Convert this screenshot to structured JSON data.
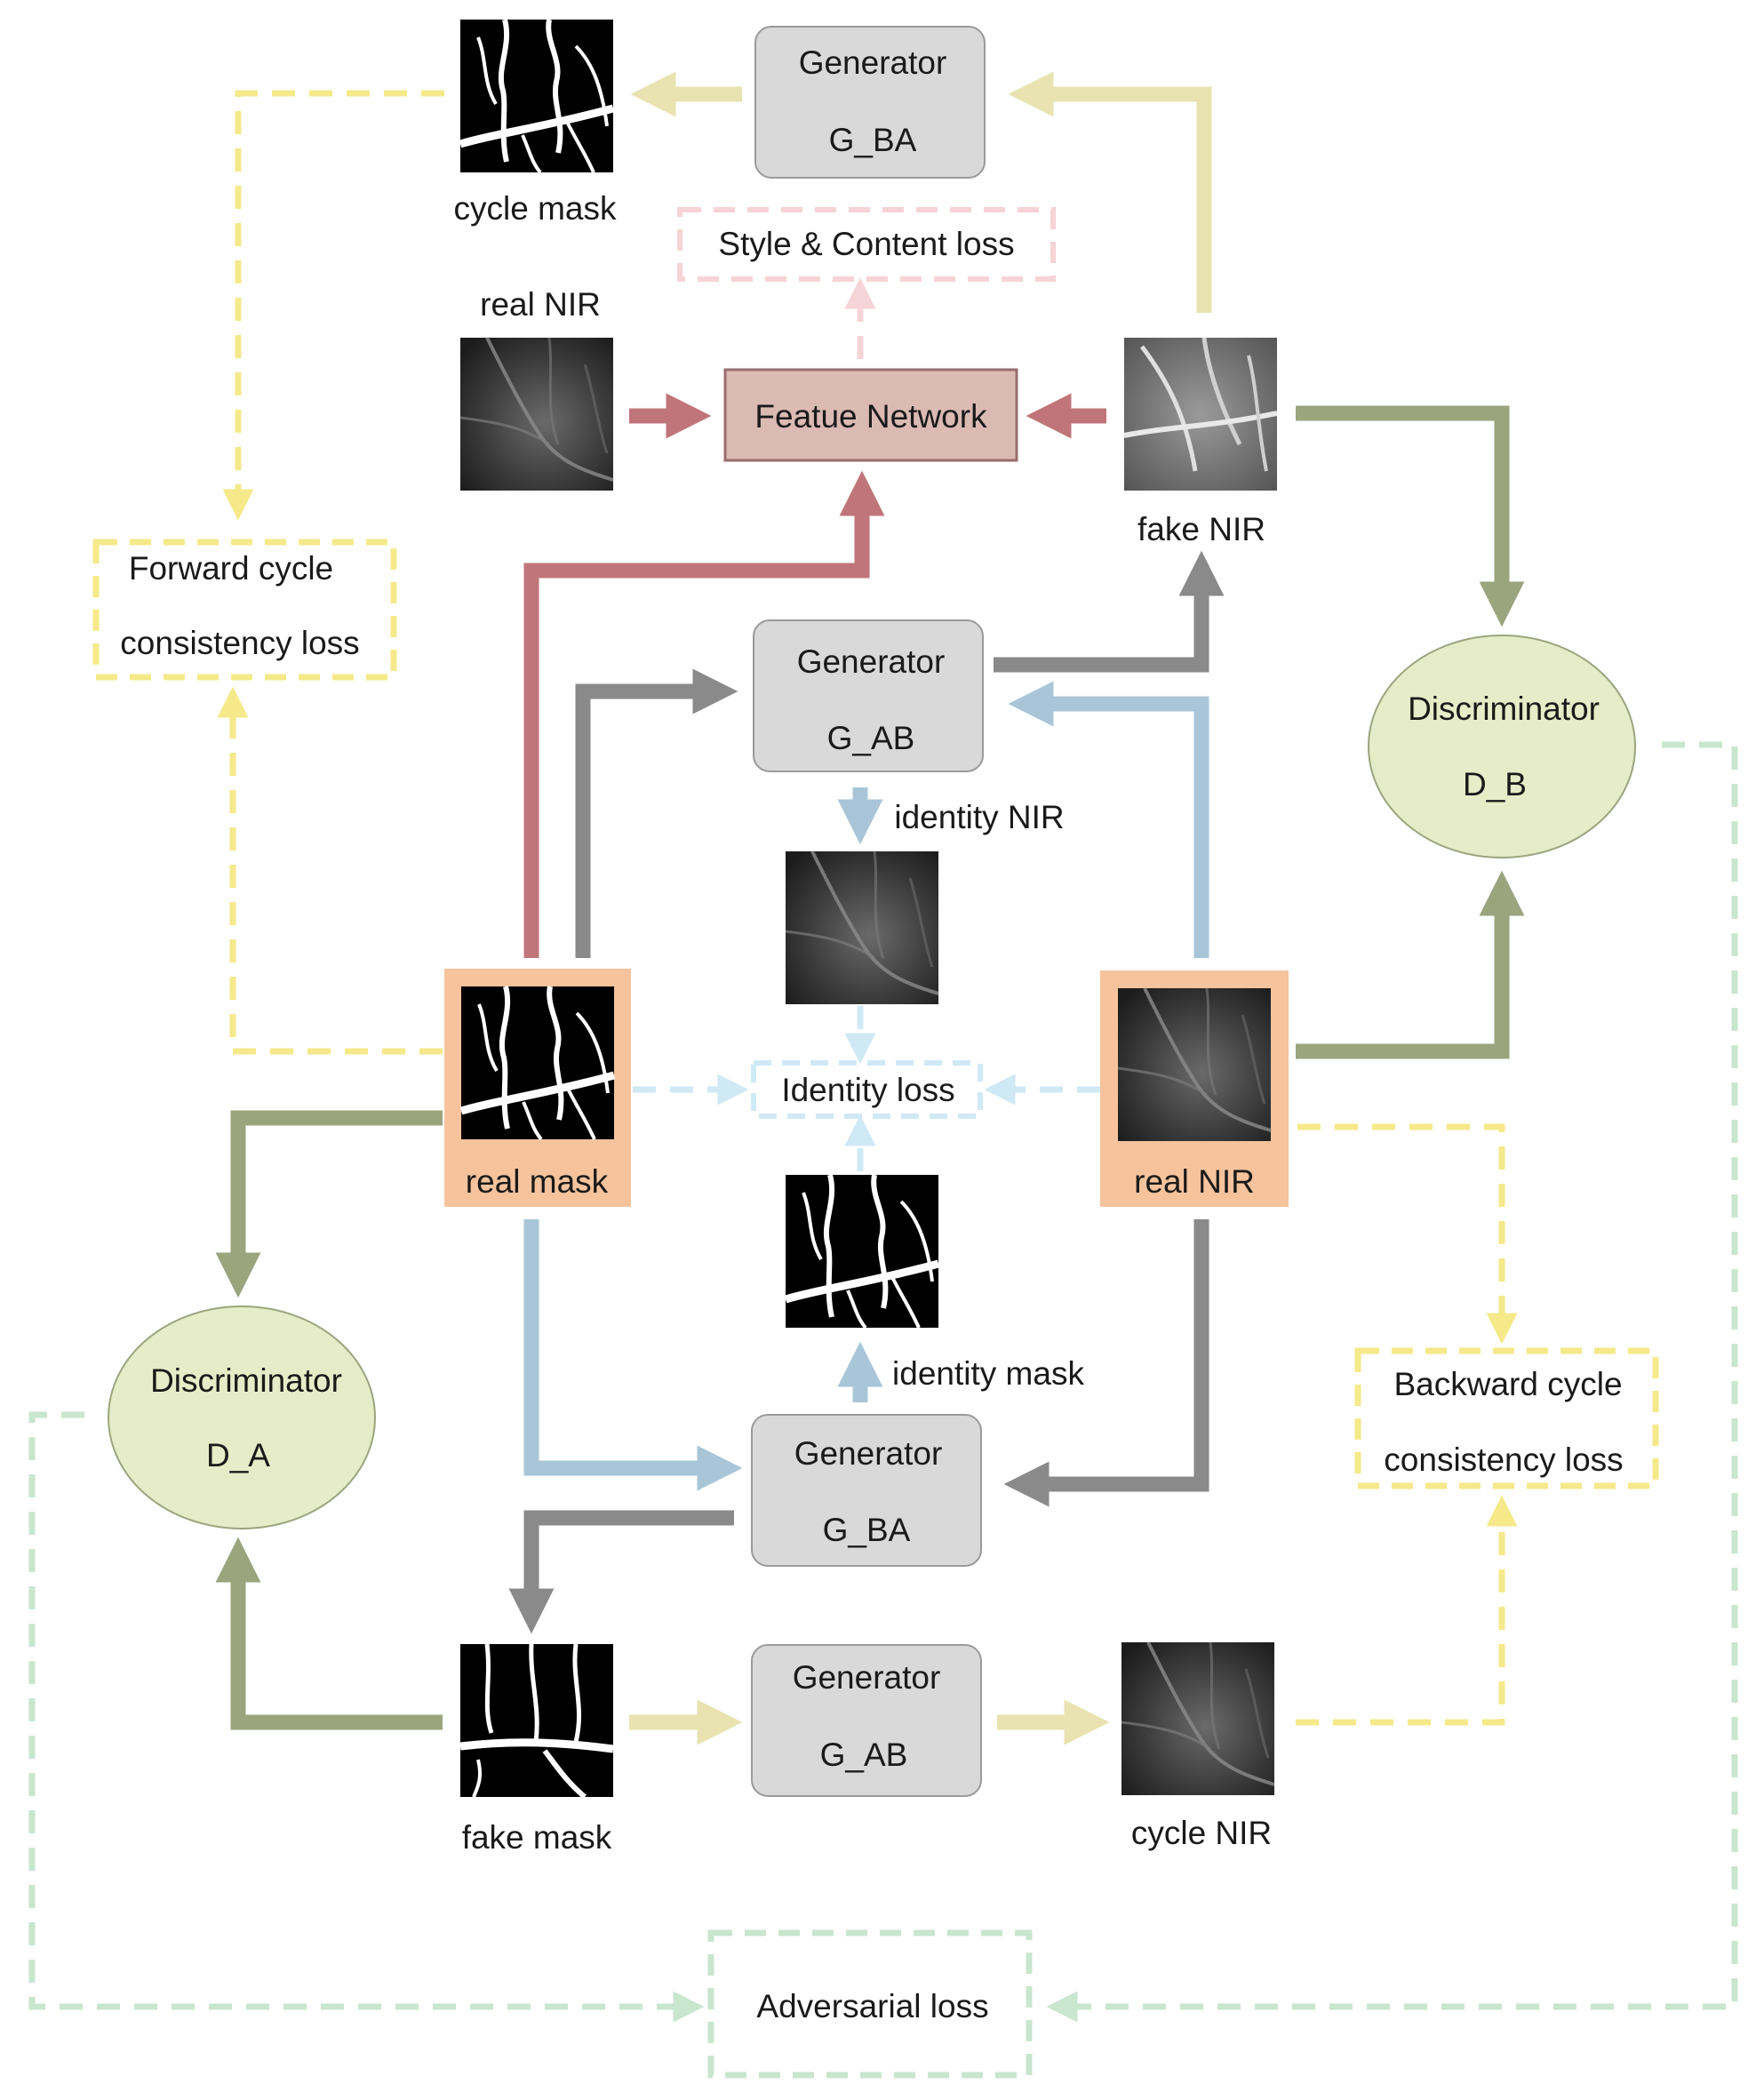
{
  "nodes": {
    "gen_ba_top": {
      "title": "Generator",
      "sub": "G_BA"
    },
    "gen_ab_mid": {
      "title": "Generator",
      "sub": "G_AB"
    },
    "gen_ba_bot": {
      "title": "Generator",
      "sub": "G_BA"
    },
    "gen_ab_bot": {
      "title": "Generator",
      "sub": "G_AB"
    },
    "feature_network": {
      "label": "Featue Network"
    },
    "disc_b": {
      "title": "Discriminator",
      "sub": "D_B"
    },
    "disc_a": {
      "title": "Discriminator",
      "sub": "D_A"
    }
  },
  "losses": {
    "style_content": "Style & Content loss",
    "forward_cycle": [
      "Forward cycle",
      "consistency loss"
    ],
    "backward_cycle": [
      "Backward cycle",
      "consistency loss"
    ],
    "identity": "Identity loss",
    "adversarial": "Adversarial loss"
  },
  "images": {
    "cycle_mask": "cycle mask",
    "real_nir_top": "real NIR",
    "fake_nir": "fake NIR",
    "identity_nir": "identity NIR",
    "real_mask": "real mask",
    "real_nir": "real NIR",
    "identity_mask": "identity mask",
    "fake_mask": "fake mask",
    "cycle_nir": "cycle NIR"
  },
  "colors": {
    "generator_fill": "#d9d9d9",
    "feature_fill": "#dcbab4",
    "discriminator_fill": "#e6ecc7",
    "real_frame": "#f6c39c",
    "arrow_red": "#c0757a",
    "arrow_gray": "#8a8a8a",
    "arrow_green": "#9aa57e",
    "arrow_blue": "#a9c6d8",
    "arrow_khaki": "#e8e3b0",
    "dash_yellow": "#f5e98a",
    "dash_pink": "#f6d3d6",
    "dash_lightblue": "#cfe9f5",
    "dash_green": "#c9e6cf"
  }
}
